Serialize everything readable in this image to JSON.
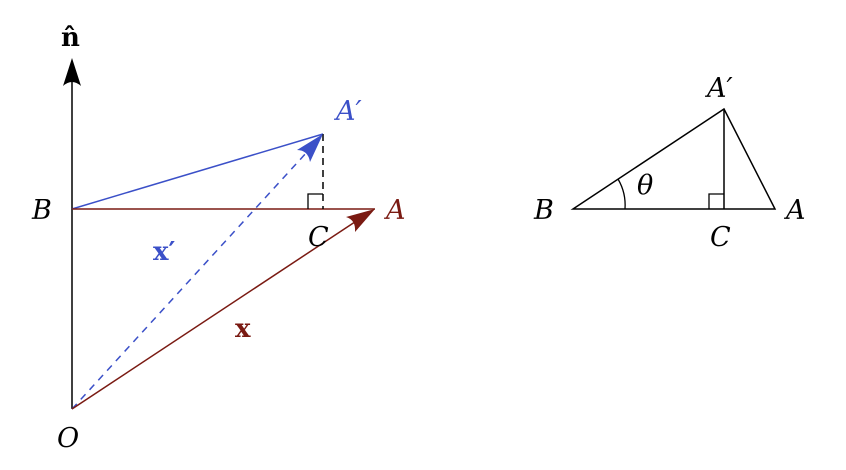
{
  "colors": {
    "black": "#000000",
    "blue": "#3b50c8",
    "red": "#7a1a12"
  },
  "left_diagram": {
    "normal_label": "n̂",
    "point_B": "B",
    "point_A": "A",
    "point_A_prime": "A′",
    "point_C": "C",
    "point_O": "O",
    "vector_x": "x",
    "vector_x_prime": "x′"
  },
  "right_diagram": {
    "point_B": "B",
    "point_A": "A",
    "point_A_prime": "A′",
    "point_C": "C",
    "angle_theta": "θ"
  }
}
